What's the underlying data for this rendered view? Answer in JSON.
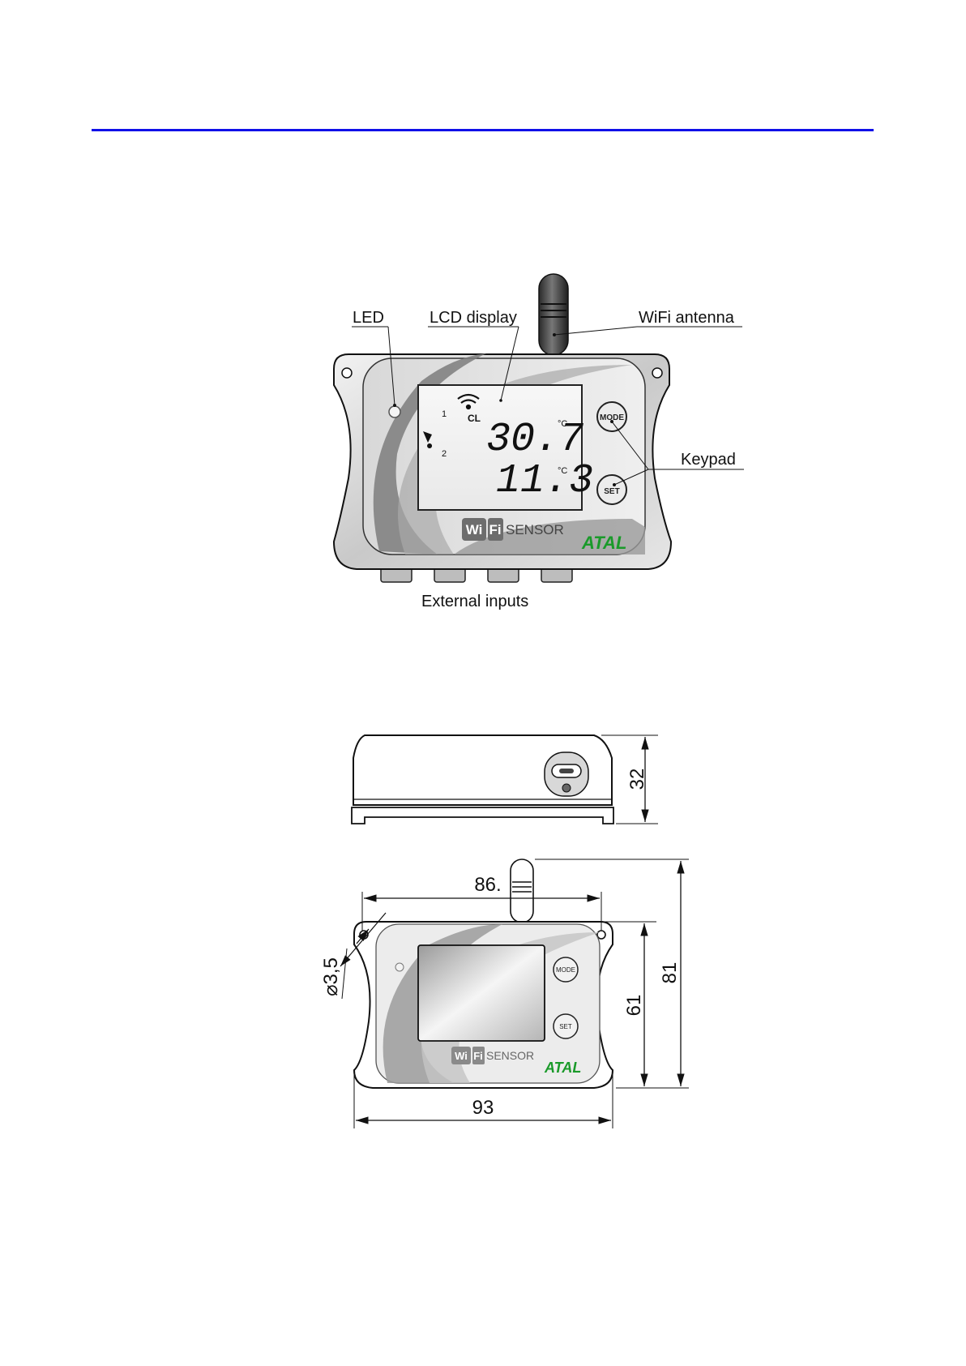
{
  "labels": {
    "led": "LED",
    "lcd_display": "LCD display",
    "wifi_antenna": "WiFi antenna",
    "keypad": "Keypad",
    "external_inputs": "External inputs"
  },
  "lcd": {
    "reading1": "30.7",
    "reading2": "11.3",
    "unit": "°C",
    "channel1": "1",
    "channel2": "2",
    "cl": "CL"
  },
  "buttons": {
    "mode": "MODE",
    "set": "SET"
  },
  "branding": {
    "wi": "Wi",
    "fi": "Fi",
    "sensor": "SENSOR",
    "atal": "ATAL"
  },
  "dimensions": {
    "height_side": "32",
    "width_mount": "86.",
    "width_total": "93",
    "height_body": "61",
    "height_total": "81",
    "hole_diameter": "⌀3,5"
  },
  "colors": {
    "rule": "#1010e8",
    "brand_green": "#1a9a2a"
  }
}
